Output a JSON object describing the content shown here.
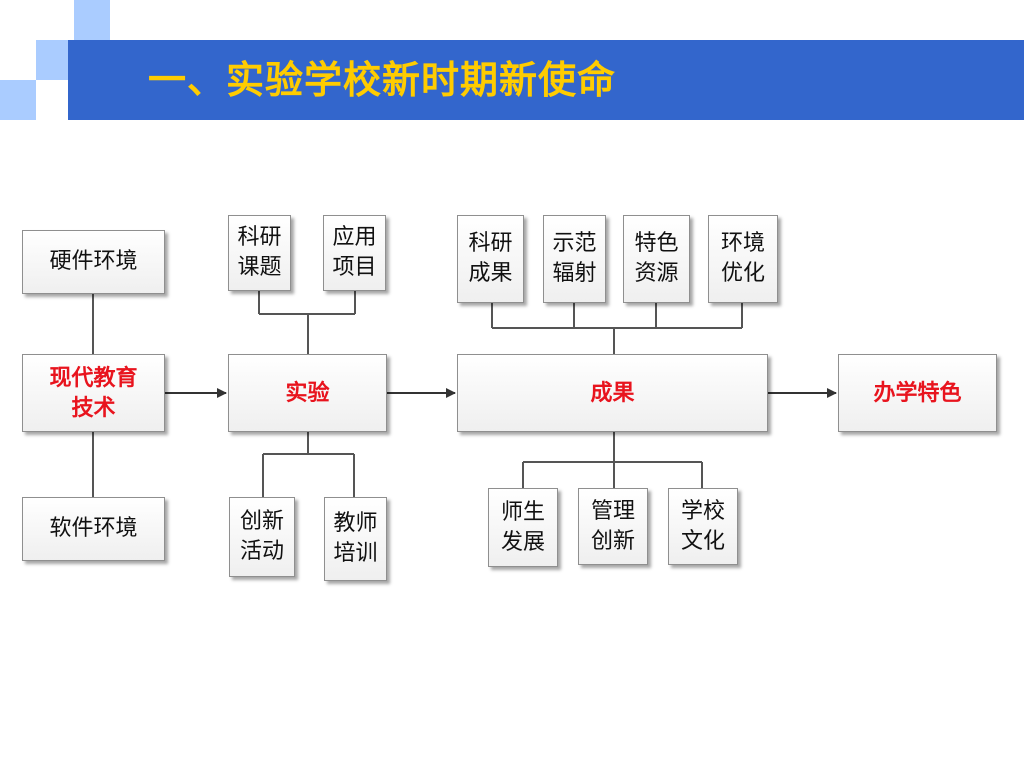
{
  "slide": {
    "title": "一、实验学校新时期新使命",
    "accent_color": "#3366cc",
    "title_color": "#ffcc00"
  },
  "diagram": {
    "left": {
      "hardware": "硬件环境",
      "modern_edu_tech_line1": "现代教育",
      "modern_edu_tech_line2": "技术",
      "software": "软件环境"
    },
    "experiment": {
      "label": "实验",
      "top_items": [
        {
          "line1": "科研",
          "line2": "课题"
        },
        {
          "line1": "应用",
          "line2": "项目"
        }
      ],
      "bottom_items": [
        {
          "line1": "创新",
          "line2": "活动"
        },
        {
          "line1": "教师",
          "line2": "培训"
        }
      ]
    },
    "results": {
      "label": "成果",
      "top_items": [
        {
          "line1": "科研",
          "line2": "成果"
        },
        {
          "line1": "示范",
          "line2": "辐射"
        },
        {
          "line1": "特色",
          "line2": "资源"
        },
        {
          "line1": "环境",
          "line2": "优化"
        }
      ],
      "bottom_items": [
        {
          "line1": "师生",
          "line2": "发展"
        },
        {
          "line1": "管理",
          "line2": "创新"
        },
        {
          "line1": "学校",
          "line2": "文化"
        }
      ]
    },
    "final": {
      "label": "办学特色"
    }
  }
}
